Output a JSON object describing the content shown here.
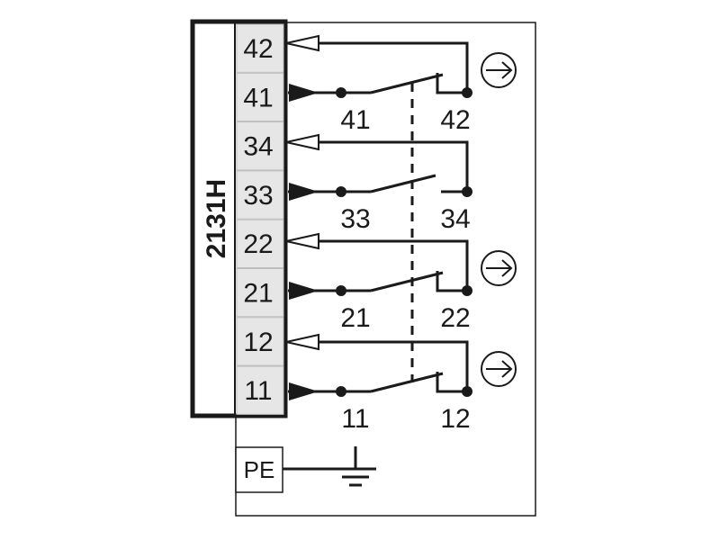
{
  "device": {
    "model": "2131H"
  },
  "terminals": [
    {
      "label": "42"
    },
    {
      "label": "41"
    },
    {
      "label": "34"
    },
    {
      "label": "33"
    },
    {
      "label": "22"
    },
    {
      "label": "21"
    },
    {
      "label": "12"
    },
    {
      "label": "11"
    }
  ],
  "contacts": [
    {
      "in_label": "41",
      "out_label": "42",
      "type": "NC",
      "forced_opening": true,
      "forced_symbol": "arrow-in-circle-icon"
    },
    {
      "in_label": "33",
      "out_label": "34",
      "type": "NO",
      "forced_opening": false
    },
    {
      "in_label": "21",
      "out_label": "22",
      "type": "NC",
      "forced_opening": true,
      "forced_symbol": "arrow-in-circle-icon"
    },
    {
      "in_label": "11",
      "out_label": "12",
      "type": "NC",
      "forced_opening": true,
      "forced_symbol": "arrow-in-circle-icon"
    }
  ],
  "pe": {
    "label": "PE",
    "symbol": "ground-icon"
  },
  "colors": {
    "line": "#1a1a1a",
    "terminal_fill": "#e6e6e6",
    "background": "#ffffff"
  }
}
